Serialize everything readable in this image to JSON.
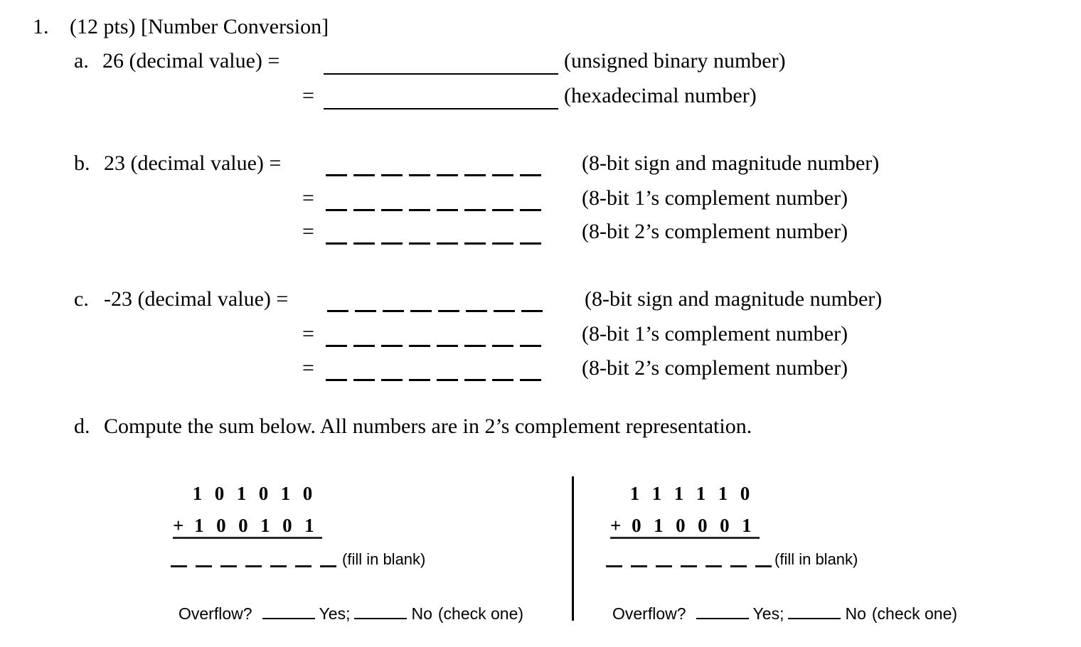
{
  "question": {
    "number": "1.",
    "title": "(12 pts) [Number Conversion]"
  },
  "parts": [
    {
      "letter": "a.",
      "stem": "26 (decimal value) =",
      "blank_style": "solid",
      "rows": [
        {
          "eq": "",
          "label": "(unsigned binary number)"
        },
        {
          "eq": "=",
          "label": "(hexadecimal number)"
        }
      ]
    },
    {
      "letter": "b.",
      "stem": "23 (decimal value) =",
      "blank_style": "bits",
      "bit_count": 8,
      "rows": [
        {
          "eq": "",
          "label": "(8-bit sign and magnitude number)"
        },
        {
          "eq": "=",
          "label": "(8-bit 1’s complement number)"
        },
        {
          "eq": "=",
          "label": "(8-bit 2’s complement number)"
        }
      ]
    },
    {
      "letter": "c.",
      "stem": "-23 (decimal value) =",
      "blank_style": "bits",
      "bit_count": 8,
      "rows": [
        {
          "eq": "",
          "label": "(8-bit sign and magnitude number)"
        },
        {
          "eq": "=",
          "label": "(8-bit 1’s complement number)"
        },
        {
          "eq": "=",
          "label": "(8-bit 2’s complement number)"
        }
      ]
    },
    {
      "letter": "d.",
      "stem": "Compute the sum below. All numbers are in 2’s complement representation.",
      "blank_style": "none",
      "rows": []
    }
  ],
  "sum_problems": [
    {
      "operand1": [
        "1",
        "0",
        "1",
        "0",
        "1",
        "0"
      ],
      "operator": "+",
      "operand2": [
        "1",
        "0",
        "0",
        "1",
        "0",
        "1"
      ],
      "answer_dash_count": 7,
      "fill_note": "(fill in blank)",
      "overflow": {
        "prompt": "Overflow?",
        "yes_label": "Yes;",
        "no_label": "No",
        "instruction": "(check one)"
      }
    },
    {
      "operand1": [
        "1",
        "1",
        "1",
        "1",
        "1",
        "0"
      ],
      "operator": "+",
      "operand2": [
        "0",
        "1",
        "0",
        "0",
        "0",
        "1"
      ],
      "answer_dash_count": 7,
      "fill_note": "(fill in blank)",
      "overflow": {
        "prompt": "Overflow?",
        "yes_label": "Yes;",
        "no_label": "No",
        "instruction": "(check one)"
      }
    }
  ],
  "colors": {
    "ink": "#000000",
    "paper": "#ffffff"
  }
}
